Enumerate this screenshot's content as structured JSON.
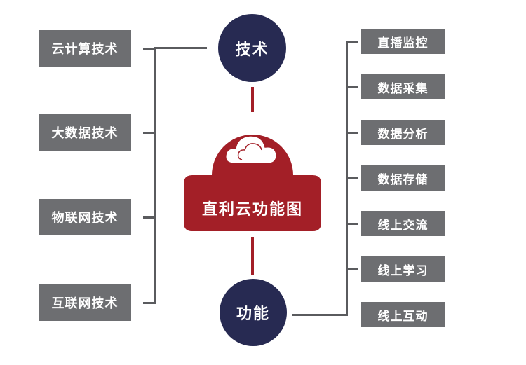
{
  "center": {
    "title": "直利云功能图"
  },
  "nodes": {
    "tech": "技术",
    "func": "功能"
  },
  "left_items": [
    "云计算技术",
    "大数据技术",
    "物联网技术",
    "互联网技术"
  ],
  "right_items": [
    "直播监控",
    "数据采集",
    "数据分析",
    "数据存储",
    "线上交流",
    "线上学习",
    "线上互动"
  ],
  "colors": {
    "center_red": "#a31f27",
    "node_navy": "#272a52",
    "box_gray": "#6d6e71",
    "connector": "#5a5b5e"
  },
  "icons": {
    "center": "cloud-icon"
  }
}
